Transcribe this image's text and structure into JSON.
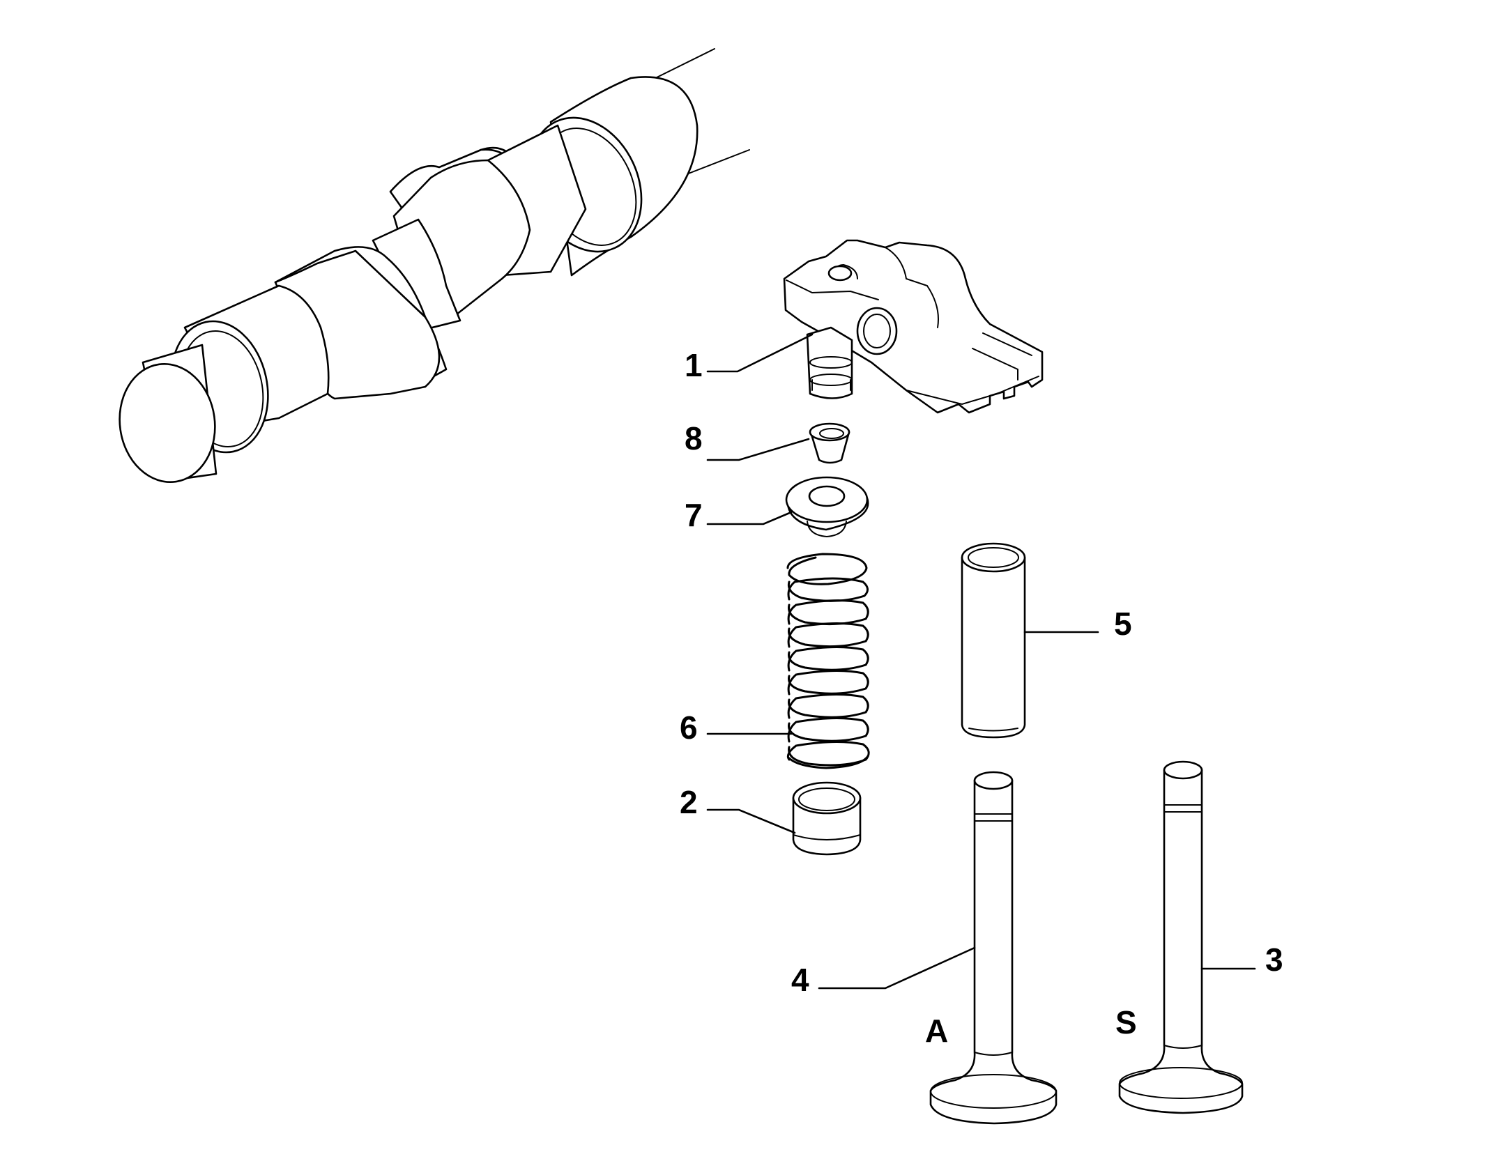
{
  "callouts": {
    "rocker_arm": "1",
    "valve_cotter": "8",
    "spring_retainer": "7",
    "valve_spring": "6",
    "spring_seat": "2",
    "valve_guide": "5",
    "exhaust_valve": "4",
    "intake_valve": "3"
  },
  "valve_variants": {
    "left": "A",
    "right": "S"
  },
  "colors": {
    "line": "#000000",
    "background": "#ffffff"
  }
}
